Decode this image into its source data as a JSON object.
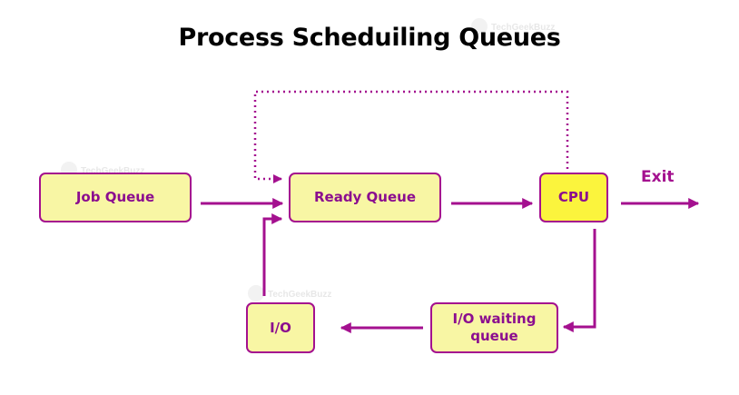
{
  "title": "Process Scheduiling Queues",
  "boxes": {
    "job_queue": "Job Queue",
    "ready_queue": "Ready Queue",
    "cpu": "CPU",
    "io_waiting_line1": "I/O waiting",
    "io_waiting_line2": "queue",
    "io": "I/O"
  },
  "exit_label": "Exit",
  "watermark": "TechGeekBuzz",
  "colors": {
    "arrow": "#a4108f",
    "text": "#8b0d8f",
    "box_fill": "#f8f6a4",
    "cpu_fill": "#fbf43d"
  }
}
